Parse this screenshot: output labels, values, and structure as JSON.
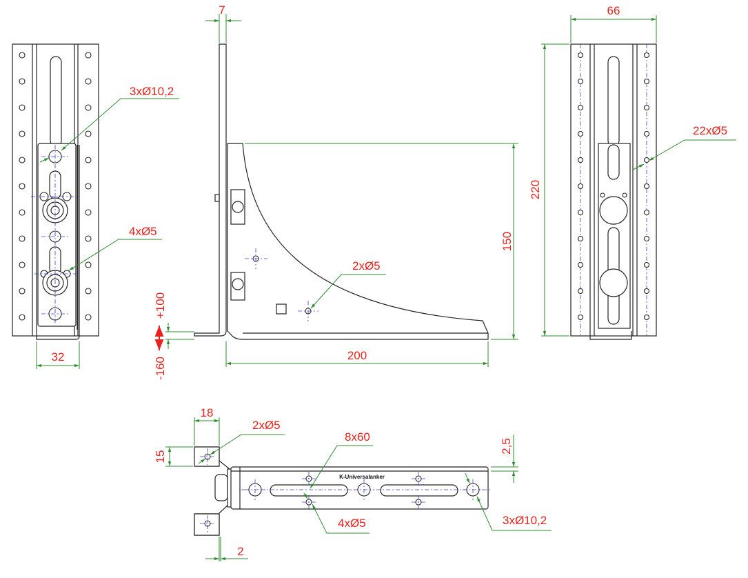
{
  "drawing": {
    "part_label": "K-Universalanker",
    "front_view": {
      "width_dim": "32",
      "large_holes": "3xØ10,2",
      "small_holes": "4xØ5"
    },
    "side_view": {
      "thickness_dim": "7",
      "height_dim": "150",
      "length_dim": "200",
      "holes": "2xØ5",
      "adjust_up": "+100",
      "adjust_down": "-160"
    },
    "rail_view": {
      "width_dim": "66",
      "height_dim": "220",
      "holes": "22xØ5"
    },
    "top_view": {
      "tab_width": "18",
      "tab_height": "15",
      "tab_holes": "2xØ5",
      "slots": "8x60",
      "thickness": "2,5",
      "small_holes": "4xØ5",
      "large_holes": "3xØ10,2",
      "offset": "2"
    }
  }
}
